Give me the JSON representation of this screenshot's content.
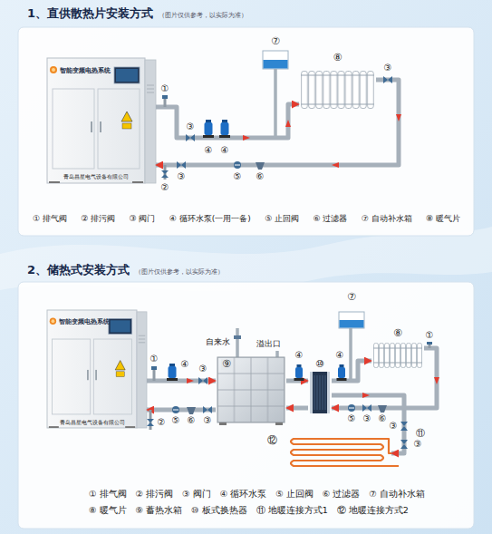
{
  "diagram": {
    "nodes": [
      {
        "text": [
          "智能变频电热系统",
          "青岛昌星电气设备有限公司"
        ]
      },
      {
        "text": [
          "⑦"
        ]
      },
      {
        "text": [
          "⑧"
        ]
      },
      {
        "text": [
          "智能变频电热系统",
          "青岛昌星电气设备有限公司"
        ]
      },
      {
        "text": [
          "⑨"
        ]
      },
      {
        "text": [
          "⑩"
        ]
      },
      {
        "text": [
          "⑦"
        ]
      },
      {
        "text": [
          "⑧"
        ]
      },
      {
        "text": [
          "⑫"
        ]
      }
    ],
    "edges": [
      {
        "from": 0,
        "to": 2,
        "arrow": "to"
      },
      {
        "from": 2,
        "to": 0,
        "arrow": "to"
      },
      {
        "from": 3,
        "to": 4,
        "arrow": "to"
      },
      {
        "from": 4,
        "to": 3,
        "arrow": "to"
      },
      {
        "from": 4,
        "to": 5,
        "arrow": "to"
      },
      {
        "from": 5,
        "to": 4,
        "arrow": "to"
      },
      {
        "from": 5,
        "to": 7,
        "arrow": "to"
      },
      {
        "from": 7,
        "to": 5,
        "arrow": "to"
      },
      {
        "from": 5,
        "to": 8,
        "arrow": "to"
      }
    ],
    "labels": [
      "1、直供散热片安装方式",
      "（图片仅供参考，以实际为准）",
      "①",
      "②",
      "③",
      "④",
      "④",
      "③",
      "⑤",
      "⑥",
      "③",
      "① 排气阀",
      "② 排污阀",
      "③ 阀门",
      "④ 循环水泵(一用一备)",
      "⑤ 止回阀",
      "⑥ 过滤器",
      "⑦ 自动补水箱",
      "⑧ 暖气片",
      "2、储热式安装方式",
      "（图片仅供参考，以实际为准）",
      "自来水",
      "溢出口",
      "①",
      "④",
      "③",
      "②",
      "⑤",
      "⑥",
      "③",
      "④",
      "④",
      "⑤",
      "③",
      "①",
      "⑥",
      "⑪",
      "③",
      "③",
      "① 排气阀",
      "② 排污阀",
      "③ 阀门",
      "④ 循环水泵",
      "⑤ 止回阀",
      "⑥ 过滤器",
      "⑦ 自动补水箱",
      "⑧ 暖气片",
      "⑨ 蓄热水箱",
      "⑩ 板式换热器",
      "⑪ 地暖连接方式1",
      "⑫ 地暖连接方式2"
    ]
  }
}
